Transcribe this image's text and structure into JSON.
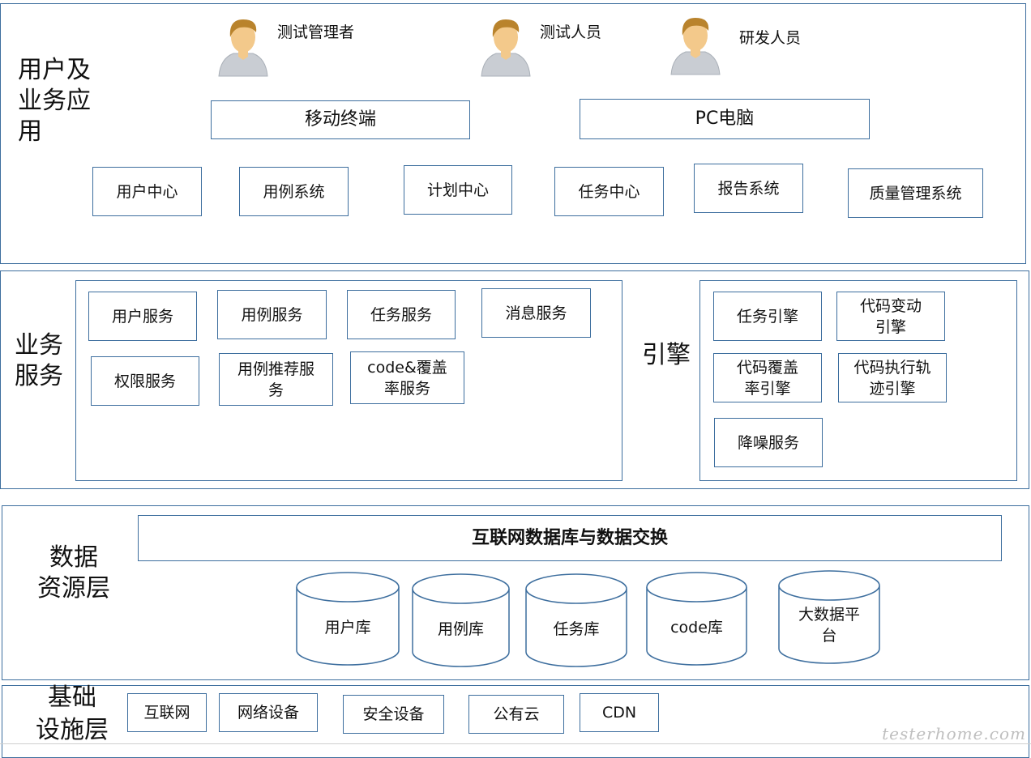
{
  "layers": {
    "user": {
      "title": "用户及\n业务应\n用",
      "roles": [
        "测试管理者",
        "测试人员",
        "研发人员"
      ],
      "terminals": [
        "移动终端",
        "PC电脑"
      ],
      "apps": [
        "用户中心",
        "用例系统",
        "计划中心",
        "任务中心",
        "报告系统",
        "质量管理系统"
      ]
    },
    "service": {
      "title": "业务\n服务",
      "services": [
        "用户服务",
        "用例服务",
        "任务服务",
        "消息服务",
        "权限服务",
        "用例推荐服务",
        "code&覆盖率服务"
      ],
      "engine_title": "引擎",
      "engines": [
        "任务引擎",
        "代码变动引擎",
        "代码覆盖率引擎",
        "代码执行轨迹引擎",
        "降噪服务"
      ]
    },
    "data": {
      "title": "数据\n资源层",
      "exchange": "互联网数据库与数据交换",
      "stores": [
        "用户库",
        "用例库",
        "任务库",
        "code库",
        "大数据平台"
      ]
    },
    "infra": {
      "title": "基础\n设施层",
      "items": [
        "互联网",
        "网络设备",
        "安全设备",
        "公有云",
        "CDN"
      ]
    }
  },
  "watermark": "testerhome.com",
  "colors": {
    "border": "#3d6e9e",
    "person_skin": "#f3c98b",
    "person_hair": "#b9832c",
    "person_body": "#c9cdd3"
  }
}
